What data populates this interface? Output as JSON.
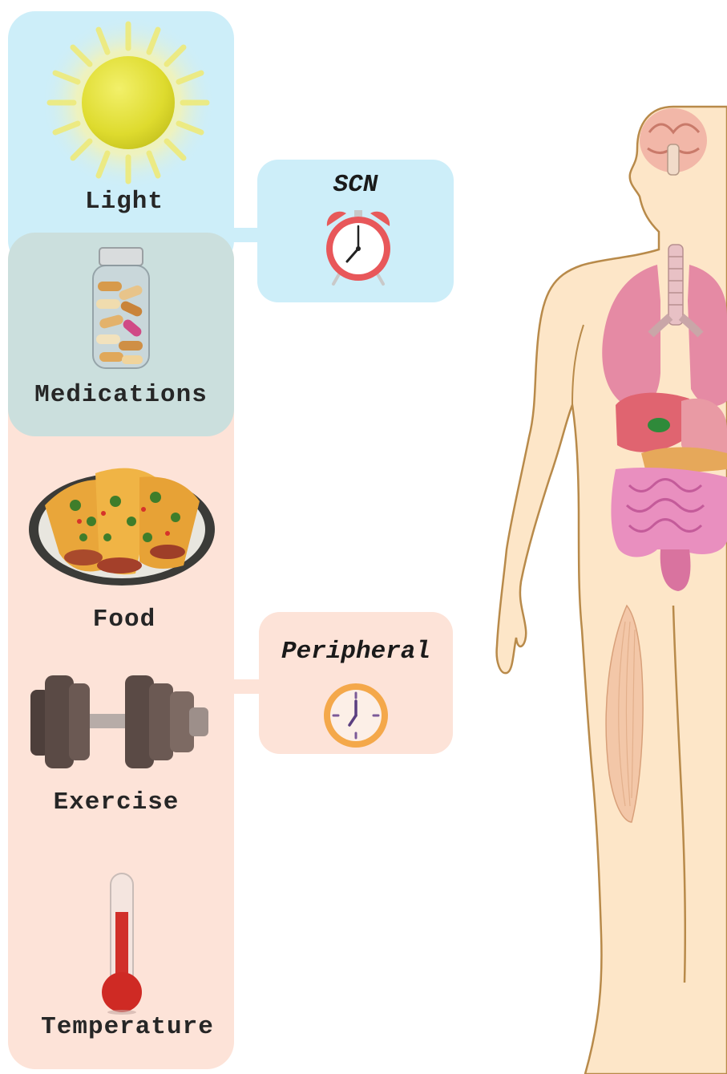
{
  "inputs": {
    "light": "Light",
    "medications": "Medications",
    "food": "Food",
    "exercise": "Exercise",
    "temperature": "Temperature"
  },
  "clocks": {
    "central": "SCN",
    "peripheral": "Peripheral"
  },
  "colors": {
    "light_panel": "#cdeef9",
    "medications_panel": "#cbdfdd",
    "peripheral_panel": "#fde3d8",
    "body_skin": "#fde6c8",
    "body_outline": "#b88a4a"
  }
}
